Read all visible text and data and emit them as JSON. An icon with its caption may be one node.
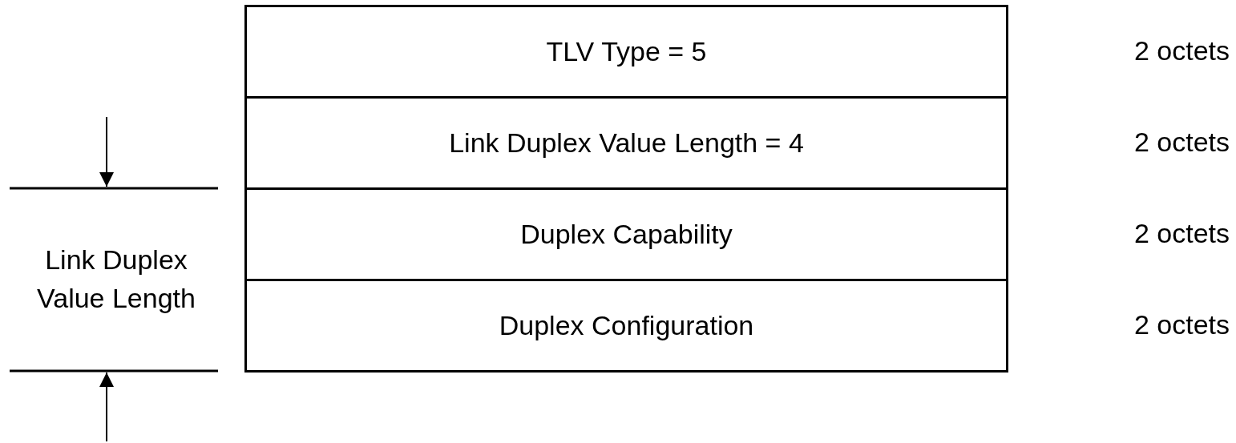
{
  "diagram": {
    "nodes": [
      {
        "text": [
          "TLV Type = 5"
        ]
      },
      {
        "text": [
          "Link Duplex Value Length = 4"
        ]
      },
      {
        "text": [
          "Duplex Capability"
        ]
      },
      {
        "text": [
          "Duplex Configuration"
        ]
      }
    ],
    "labels": [
      "2 octets",
      "2 octets",
      "2 octets",
      "Link Duplex Value Length",
      "2 octets"
    ]
  }
}
